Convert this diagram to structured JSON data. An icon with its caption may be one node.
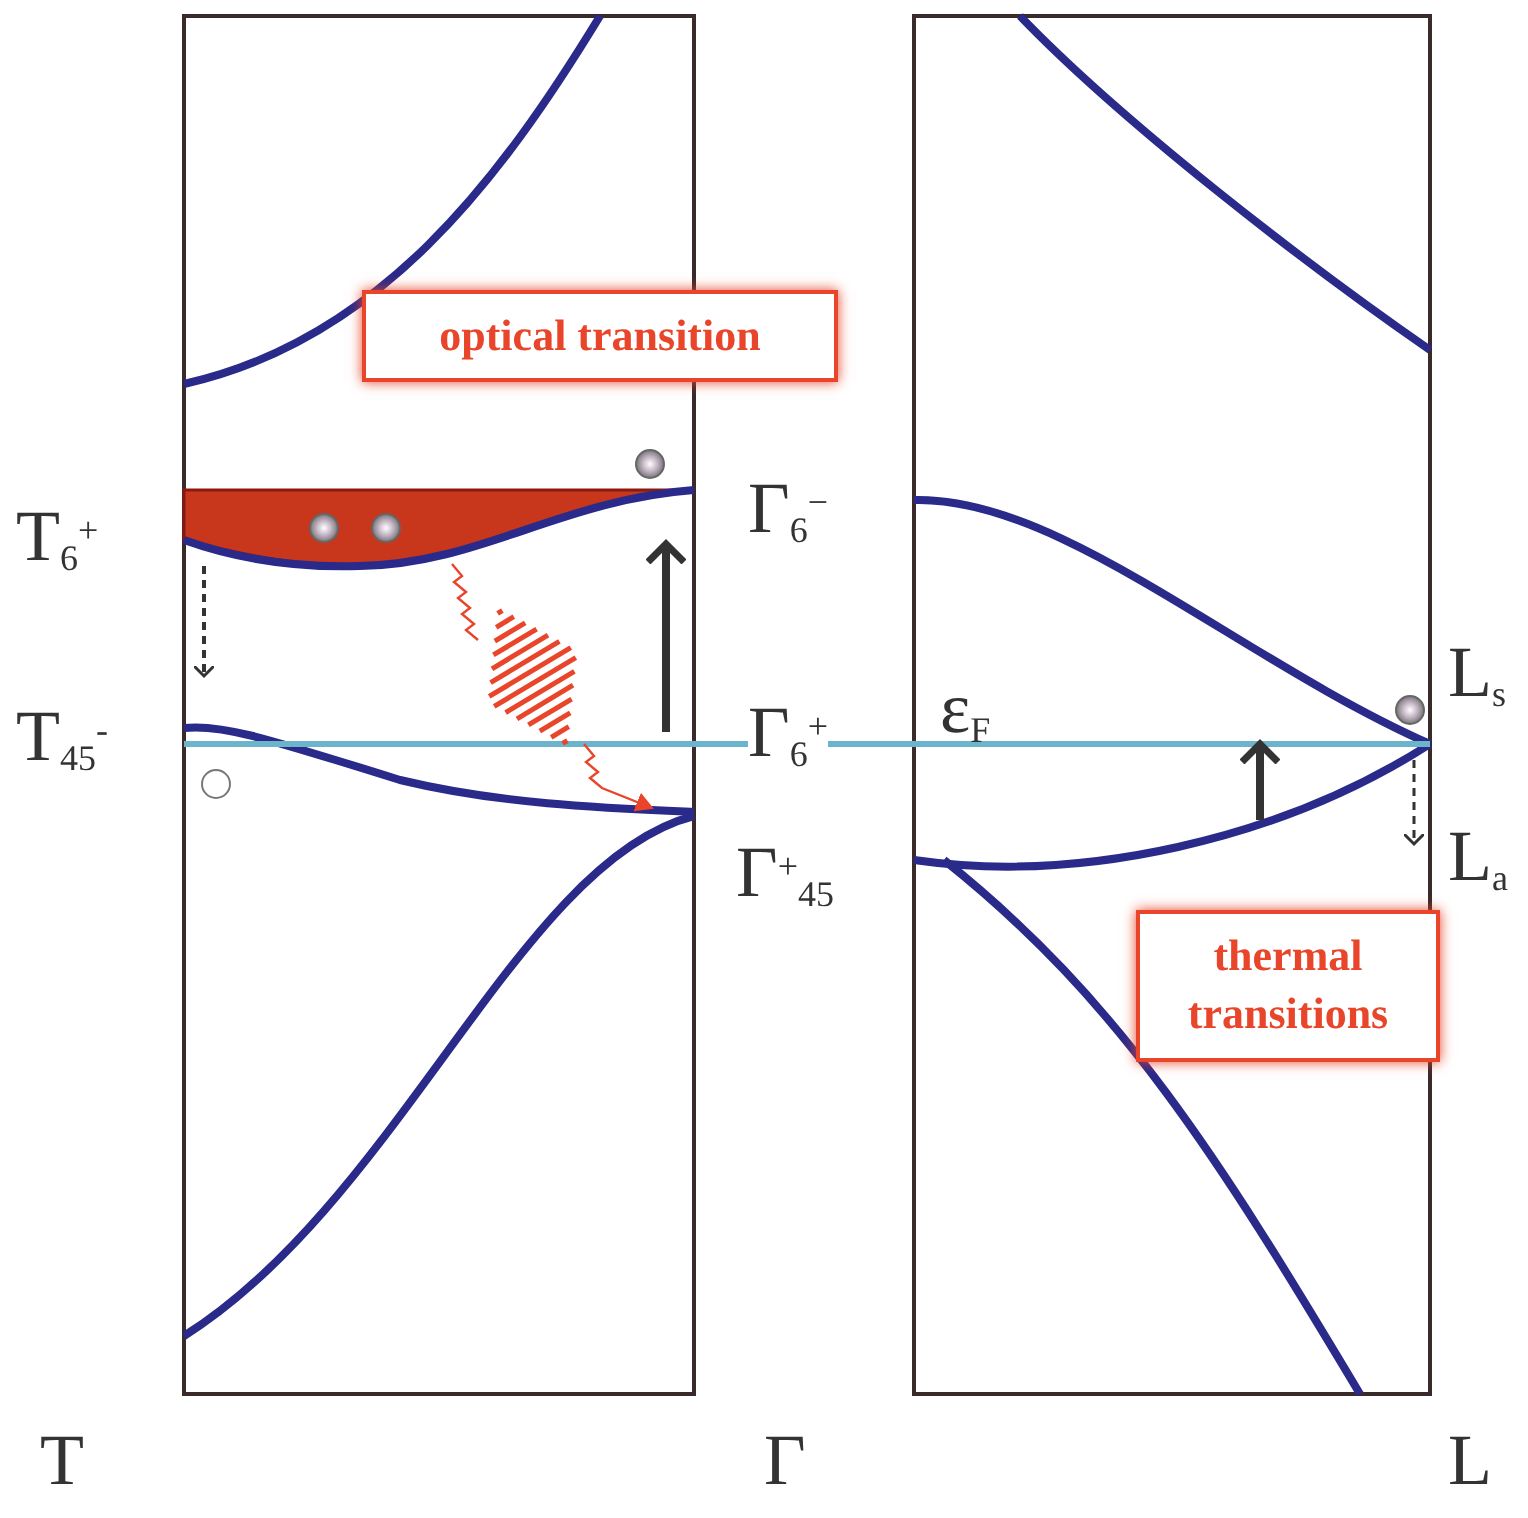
{
  "diagram": {
    "nodes": [
      {
        "text": [
          "optical transition"
        ]
      },
      {
        "text": [
          "thermal transitions"
        ]
      }
    ],
    "labels": [
      "T$_{6}$$^{+}$",
      "T$_{45}$$^{-}$",
      "Γ$_{6}$$^{−}$",
      "Γ$_{6}$$^{+}$",
      "Γ$^{+}$$_{45}$",
      "ε$_{F}$",
      "L$_{s}$",
      "L$_{a}$",
      "T",
      "Γ",
      "L"
    ]
  }
}
